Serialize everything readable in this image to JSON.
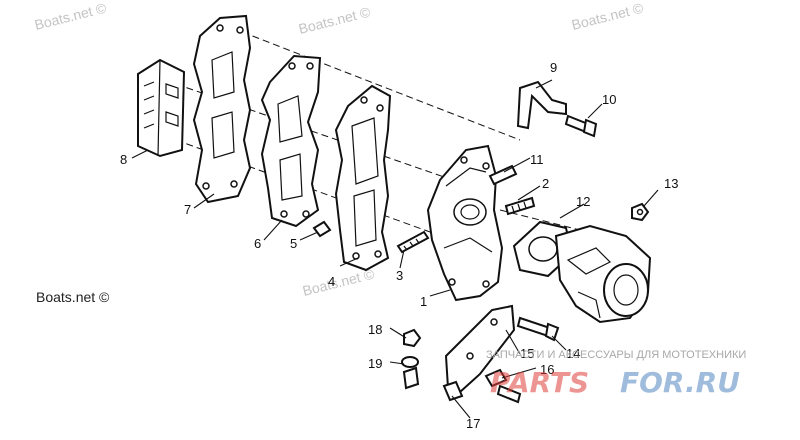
{
  "watermarks": {
    "boats_net": "Boats.net ©",
    "caption": "ЗАПЧАСТИ И АКСЕССУАРЫ ДЛЯ МОТОТЕХНИКИ",
    "brand_left": "PARTS",
    "brand_right": "FOR.RU"
  },
  "callouts": [
    "1",
    "2",
    "3",
    "4",
    "5",
    "6",
    "7",
    "8",
    "9",
    "10",
    "11",
    "12",
    "13",
    "14",
    "15",
    "16",
    "17",
    "18",
    "19"
  ]
}
